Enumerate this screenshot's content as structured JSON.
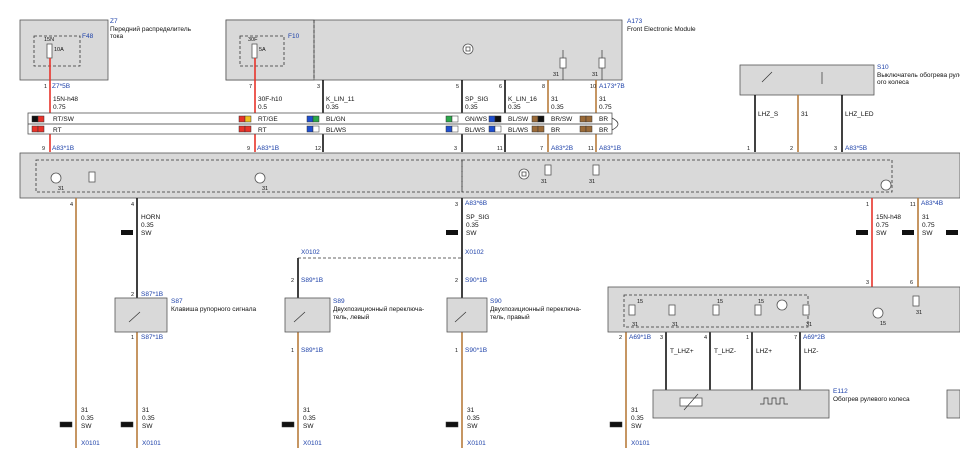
{
  "diagram": {
    "z7": {
      "id": "Z7",
      "title1": "Передний распределитель",
      "title2": "тока",
      "fuse": "F48",
      "fuse_amp": "10A",
      "fuse_in": "15N",
      "pin": "1",
      "conn": "Z7*5B"
    },
    "a173": {
      "id": "A173",
      "title": "Front Electronic Module",
      "fuse": "F10",
      "fuse_amp": "5A",
      "fuse_in": "30F",
      "conn": "A173*7B"
    },
    "s10": {
      "id": "S10",
      "title1": "Выключатель обогрева рулев",
      "title2": "ого колеса",
      "conn": "A83*5B"
    },
    "wires_top": [
      {
        "pin": "1",
        "sig": "15N-h48",
        "size": "0.75",
        "color": "RT/SW",
        "pin_bottom": "9"
      },
      {
        "pin": "7",
        "sig": "30F-h10",
        "size": "0.5",
        "color": "RT/GE",
        "pin_bottom": "9"
      },
      {
        "pin": "3",
        "sig": "K_LIN_11",
        "size": "0.35",
        "color": "BL/GN",
        "pin_bottom": "12"
      },
      {
        "pin": "5",
        "sig": "SP_SIG",
        "size": "0.35",
        "color": "GN/WS",
        "pin_bottom": "3"
      },
      {
        "pin": "6",
        "sig": "K_LIN_16",
        "size": "0.35",
        "color": "BL/SW",
        "pin_bottom": "11"
      },
      {
        "pin": "8",
        "sig": "31",
        "size": "0.35",
        "color": "BR/SW",
        "pin_bottom": "7"
      },
      {
        "pin": "10",
        "sig": "31",
        "size": "0.75",
        "color": "BR",
        "pin_bottom": "11"
      }
    ],
    "wires_alt": [
      "RT",
      "RT",
      "BL/WS",
      "BL/WS",
      "BL/WS",
      "BR",
      "BR"
    ],
    "a83_refs": [
      "A83*1B",
      "A83*1B",
      "A83*2B",
      "A83*1B",
      "A83*5B"
    ],
    "s10_wires": [
      {
        "pin": "1",
        "sig": "LHZ_S"
      },
      {
        "pin": "2",
        "sig": "31"
      },
      {
        "pin": "3",
        "sig": "LHZ_LED"
      }
    ],
    "lower": {
      "a83_6b": "A83*6B",
      "a83_4b": "A83*4B",
      "horn": {
        "pin": "4",
        "sig": "HORN",
        "size": "0.35",
        "color": "SW"
      },
      "sp": {
        "pin": "3",
        "sig": "SP_SIG",
        "size": "0.35",
        "color": "SW"
      },
      "h48": {
        "pin": "1",
        "sig": "15N-h48",
        "size": "0.75",
        "color": "SW"
      },
      "w31": {
        "pin": "11",
        "sig": "31",
        "size": "0.75",
        "color": "SW"
      },
      "x0102": "X0102",
      "x0101": "X0101"
    },
    "s87": {
      "id": "S87",
      "title": "Клавиша рупорного сигнала",
      "pin_top": "2",
      "conn_top": "S87*1B",
      "pin_bot": "1",
      "conn_bot": "S87*1B"
    },
    "s89": {
      "id": "S89",
      "title1": "Двухпозиционный переключа-",
      "title2": "тель, левый",
      "pin_top": "2",
      "conn_top": "S89*1B",
      "pin_bot": "1",
      "conn_bot": "S89*1B"
    },
    "s90": {
      "id": "S90",
      "title1": "Двухпозиционный переключа-",
      "title2": "тель, правый",
      "pin_top": "2",
      "conn_top": "S90*1B",
      "pin_bot": "1",
      "conn_bot": "S90*1B"
    },
    "a69": {
      "conn1": "A69*1B",
      "conn2": "A69*2B",
      "pins": [
        "2",
        "3",
        "4",
        "1",
        "7"
      ],
      "sigs": [
        "T_LHZ+",
        "T_LHZ-",
        "LHZ+",
        "LHZ-"
      ]
    },
    "e112": {
      "id": "E112",
      "title": "Обогрев рулевого колеса"
    },
    "ground": {
      "sig": "31",
      "size": "0.35",
      "color": "SW"
    },
    "misc": {
      "n15": "15",
      "n31": "31",
      "n3": "3",
      "n6": "6"
    }
  }
}
